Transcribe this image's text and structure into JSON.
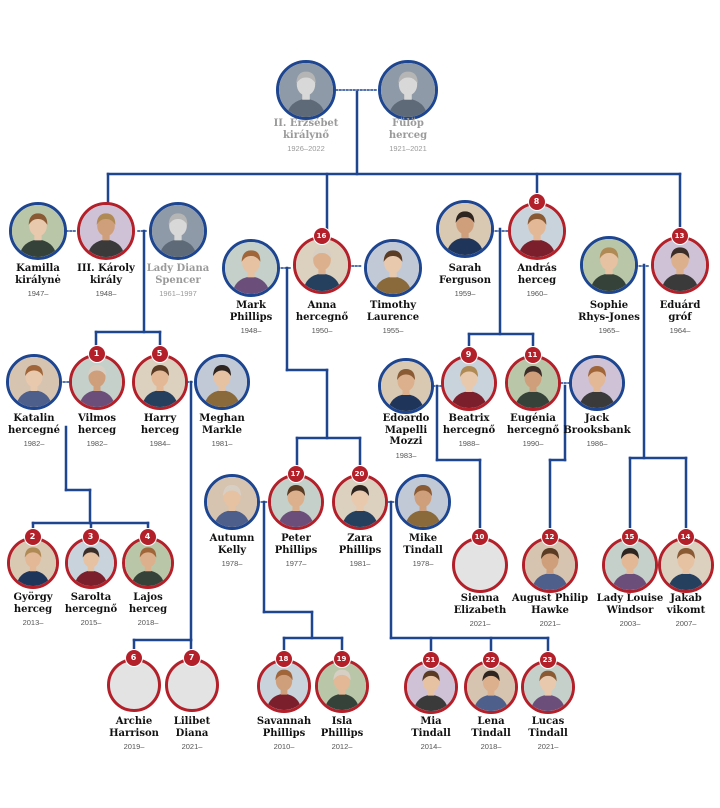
{
  "colors": {
    "line": "#1d4590",
    "ring_royal": "#b3202a",
    "ring_other": "#1d4590",
    "placeholder": "#e3e3e3",
    "deceased_text": "#9a9a9a"
  },
  "people": [
    {
      "id": "erzsebet",
      "name": "II. Erzsébet\nkirálynő",
      "years": "1926–2022",
      "rank": "",
      "ring": "blue",
      "deceased": true
    },
    {
      "id": "fulop",
      "name": "Fülöp\nherceg",
      "years": "1921–2021",
      "rank": "",
      "ring": "blue",
      "deceased": true
    },
    {
      "id": "kamilla",
      "name": "Kamilla\nkirálynė",
      "years": "1947–",
      "rank": "",
      "ring": "blue",
      "deceased": false
    },
    {
      "id": "karoly",
      "name": "III. Károly\nkirály",
      "years": "1948–",
      "rank": "",
      "ring": "red",
      "deceased": false
    },
    {
      "id": "diana",
      "name": "Lady Diana\nSpencer",
      "years": "1961–1997",
      "rank": "",
      "ring": "blue",
      "deceased": true
    },
    {
      "id": "mark",
      "name": "Mark\nPhillips",
      "years": "1948–",
      "rank": "",
      "ring": "blue",
      "deceased": false
    },
    {
      "id": "anna",
      "name": "Anna\nhercegnő",
      "years": "1950–",
      "rank": "16",
      "ring": "red",
      "deceased": false
    },
    {
      "id": "timothy",
      "name": "Timothy\nLaurence",
      "years": "1955–",
      "rank": "",
      "ring": "blue",
      "deceased": false
    },
    {
      "id": "sarah",
      "name": "Sarah\nFerguson",
      "years": "1959–",
      "rank": "",
      "ring": "blue",
      "deceased": false
    },
    {
      "id": "andras",
      "name": "András\nherceg",
      "years": "1960–",
      "rank": "8",
      "ring": "red",
      "deceased": false
    },
    {
      "id": "sophie",
      "name": "Sophie\nRhys-Jones",
      "years": "1965–",
      "rank": "",
      "ring": "blue",
      "deceased": false
    },
    {
      "id": "eduard",
      "name": "Eduárd\ngróf",
      "years": "1964–",
      "rank": "13",
      "ring": "red",
      "deceased": false
    },
    {
      "id": "katalin",
      "name": "Katalin\nhercegné",
      "years": "1982–",
      "rank": "",
      "ring": "blue",
      "deceased": false
    },
    {
      "id": "vilmos",
      "name": "Vilmos\nherceg",
      "years": "1982–",
      "rank": "1",
      "ring": "red",
      "deceased": false
    },
    {
      "id": "harry",
      "name": "Harry\nherceg",
      "years": "1984–",
      "rank": "5",
      "ring": "red",
      "deceased": false
    },
    {
      "id": "meghan",
      "name": "Meghan\nMarkle",
      "years": "1981–",
      "rank": "",
      "ring": "blue",
      "deceased": false
    },
    {
      "id": "edoardo",
      "name": "Edoardo\nMapelli\nMozzi",
      "years": "1983–",
      "rank": "",
      "ring": "blue",
      "deceased": false
    },
    {
      "id": "beatrix",
      "name": "Beatrix\nhercegnő",
      "years": "1988–",
      "rank": "9",
      "ring": "red",
      "deceased": false
    },
    {
      "id": "eugenia",
      "name": "Eugénia\nhercegnő",
      "years": "1990–",
      "rank": "11",
      "ring": "red",
      "deceased": false
    },
    {
      "id": "jack",
      "name": "Jack\nBrooksbank",
      "years": "1986–",
      "rank": "",
      "ring": "blue",
      "deceased": false
    },
    {
      "id": "autumn",
      "name": "Autumn\nKelly",
      "years": "1978–",
      "rank": "",
      "ring": "blue",
      "deceased": false
    },
    {
      "id": "peter",
      "name": "Peter\nPhillips",
      "years": "1977–",
      "rank": "17",
      "ring": "red",
      "deceased": false
    },
    {
      "id": "zara",
      "name": "Zara\nPhillips",
      "years": "1981–",
      "rank": "20",
      "ring": "red",
      "deceased": false
    },
    {
      "id": "mike",
      "name": "Mike\nTindall",
      "years": "1978–",
      "rank": "",
      "ring": "blue",
      "deceased": false
    },
    {
      "id": "gyorgy",
      "name": "György\nherceg",
      "years": "2013–",
      "rank": "2",
      "ring": "red",
      "deceased": false
    },
    {
      "id": "sarolta",
      "name": "Sarolta\nhercegnő",
      "years": "2015–",
      "rank": "3",
      "ring": "red",
      "deceased": false
    },
    {
      "id": "lajos",
      "name": "Lajos\nherceg",
      "years": "2018–",
      "rank": "4",
      "ring": "red",
      "deceased": false
    },
    {
      "id": "sienna",
      "name": "Sienna\nElizabeth",
      "years": "2021–",
      "rank": "10",
      "ring": "red",
      "deceased": false
    },
    {
      "id": "august",
      "name": "August Philip\nHawke",
      "years": "2021–",
      "rank": "12",
      "ring": "red",
      "deceased": false
    },
    {
      "id": "louise",
      "name": "Lady Louise\nWindsor",
      "years": "2003–",
      "rank": "15",
      "ring": "red",
      "deceased": false
    },
    {
      "id": "jakab",
      "name": "Jakab\nvikomt",
      "years": "2007–",
      "rank": "14",
      "ring": "red",
      "deceased": false
    },
    {
      "id": "archie",
      "name": "Archie\nHarrison",
      "years": "2019–",
      "rank": "6",
      "ring": "red",
      "deceased": false
    },
    {
      "id": "lilibet",
      "name": "Lilibet\nDiana",
      "years": "2021–",
      "rank": "7",
      "ring": "red",
      "deceased": false
    },
    {
      "id": "savannah",
      "name": "Savannah\nPhillips",
      "years": "2010–",
      "rank": "18",
      "ring": "red",
      "deceased": false
    },
    {
      "id": "isla",
      "name": "Isla\nPhillips",
      "years": "2012–",
      "rank": "19",
      "ring": "red",
      "deceased": false
    },
    {
      "id": "mia",
      "name": "Mia\nTindall",
      "years": "2014–",
      "rank": "21",
      "ring": "red",
      "deceased": false
    },
    {
      "id": "lena",
      "name": "Lena\nTindall",
      "years": "2018–",
      "rank": "22",
      "ring": "red",
      "deceased": false
    },
    {
      "id": "lucas",
      "name": "Lucas\nTindall",
      "years": "2021–",
      "rank": "23",
      "ring": "red",
      "deceased": false
    }
  ]
}
